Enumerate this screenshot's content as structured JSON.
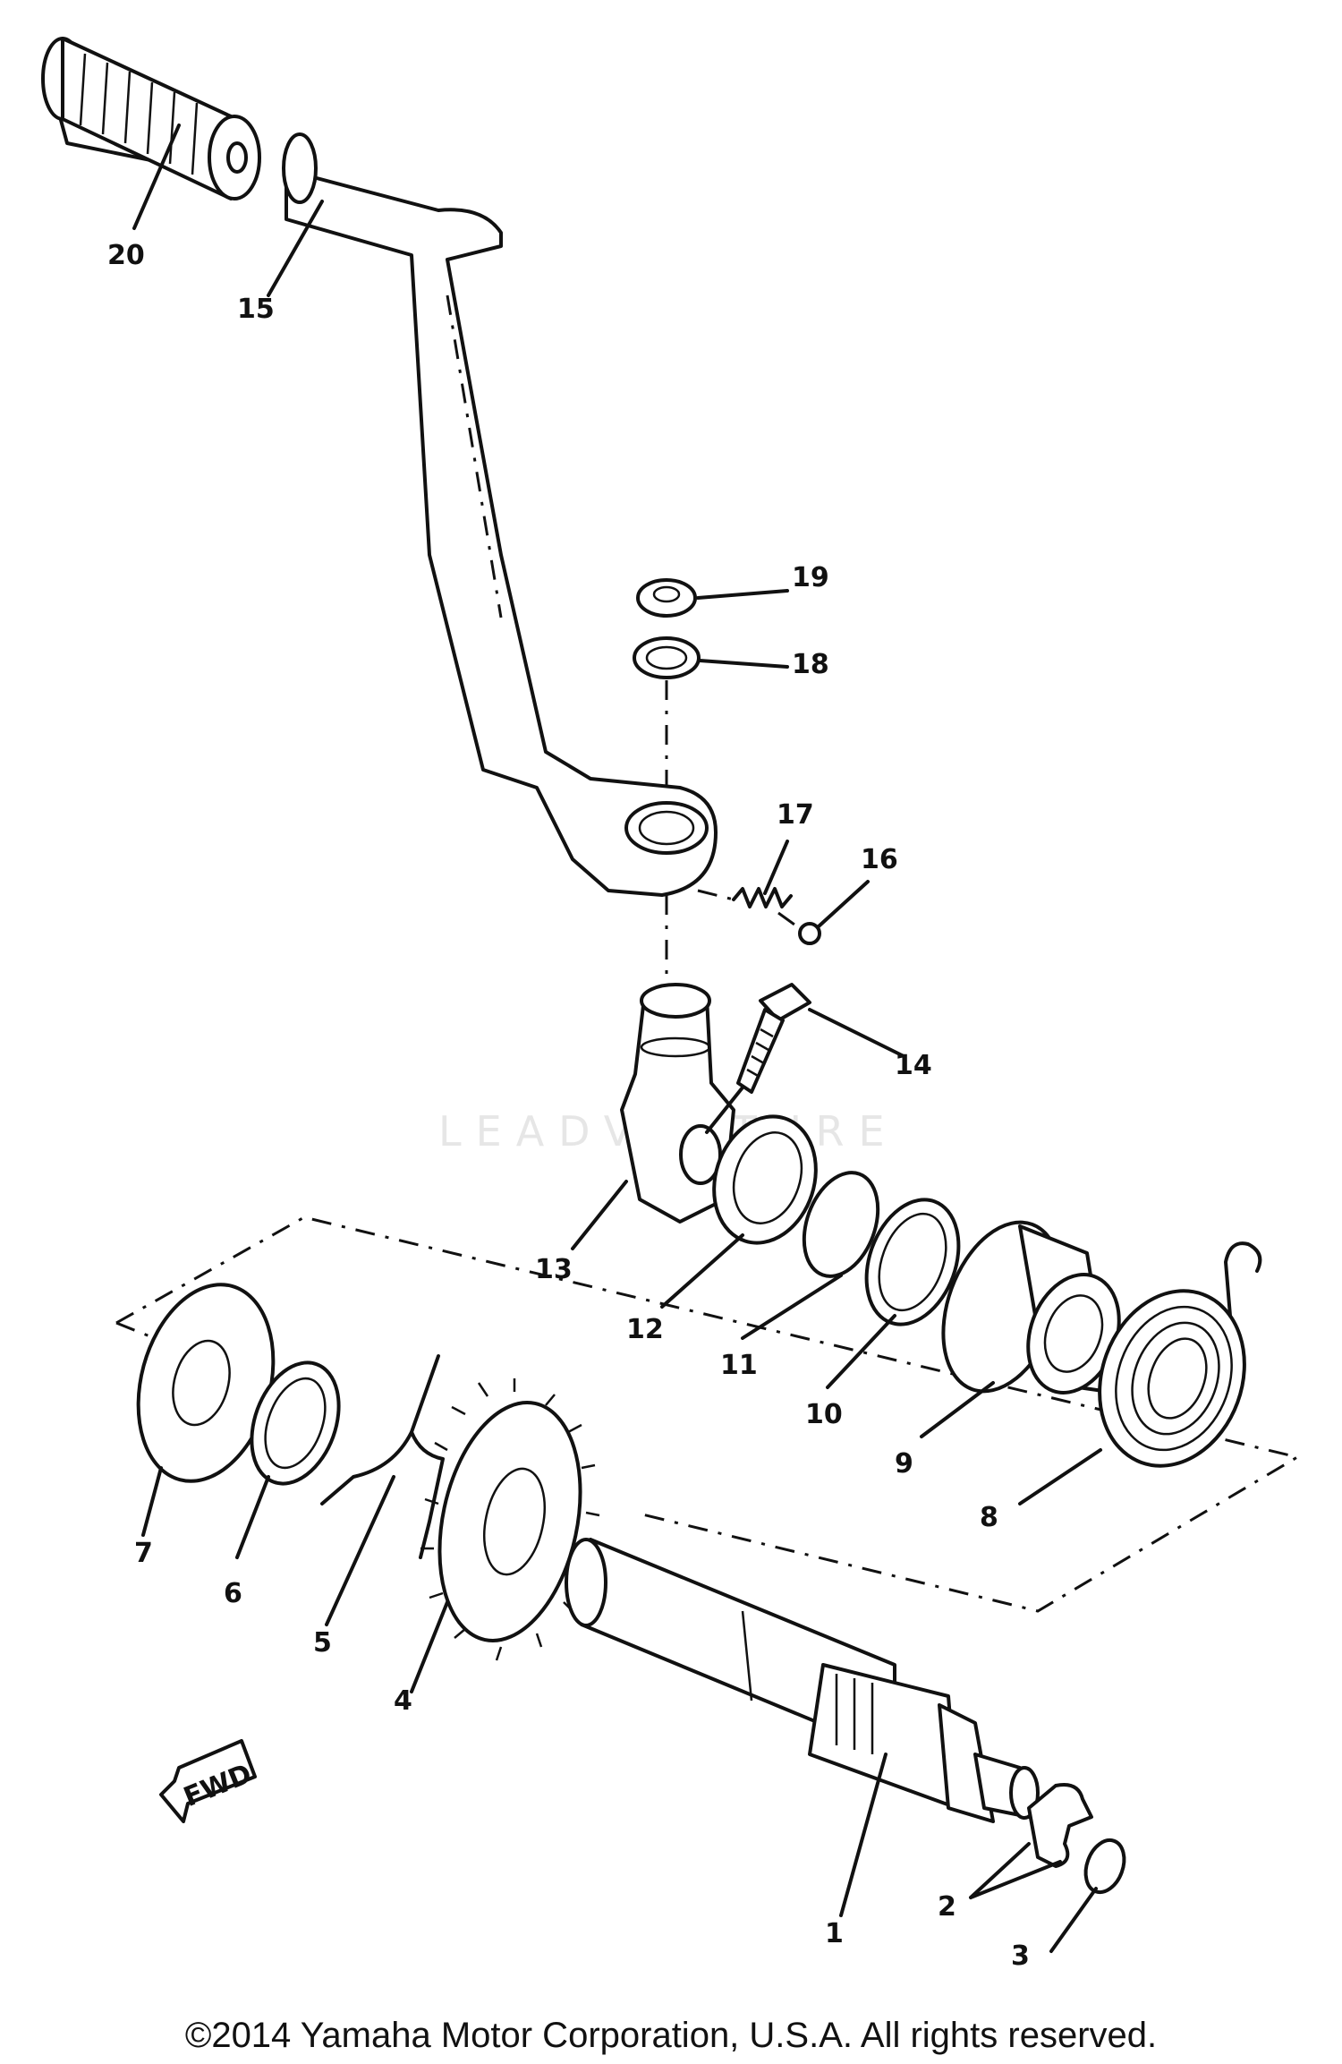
{
  "diagram": {
    "labels": [
      "1",
      "2",
      "3",
      "4",
      "5",
      "6",
      "7",
      "8",
      "9",
      "10",
      "11",
      "12",
      "13",
      "14",
      "15",
      "16",
      "17",
      "18",
      "19",
      "20"
    ],
    "fwd_label": "FWD",
    "watermark": "LEADVENTURE",
    "copyright": "©2014 Yamaha Motor Corporation, U.S.A. All rights reserved."
  }
}
